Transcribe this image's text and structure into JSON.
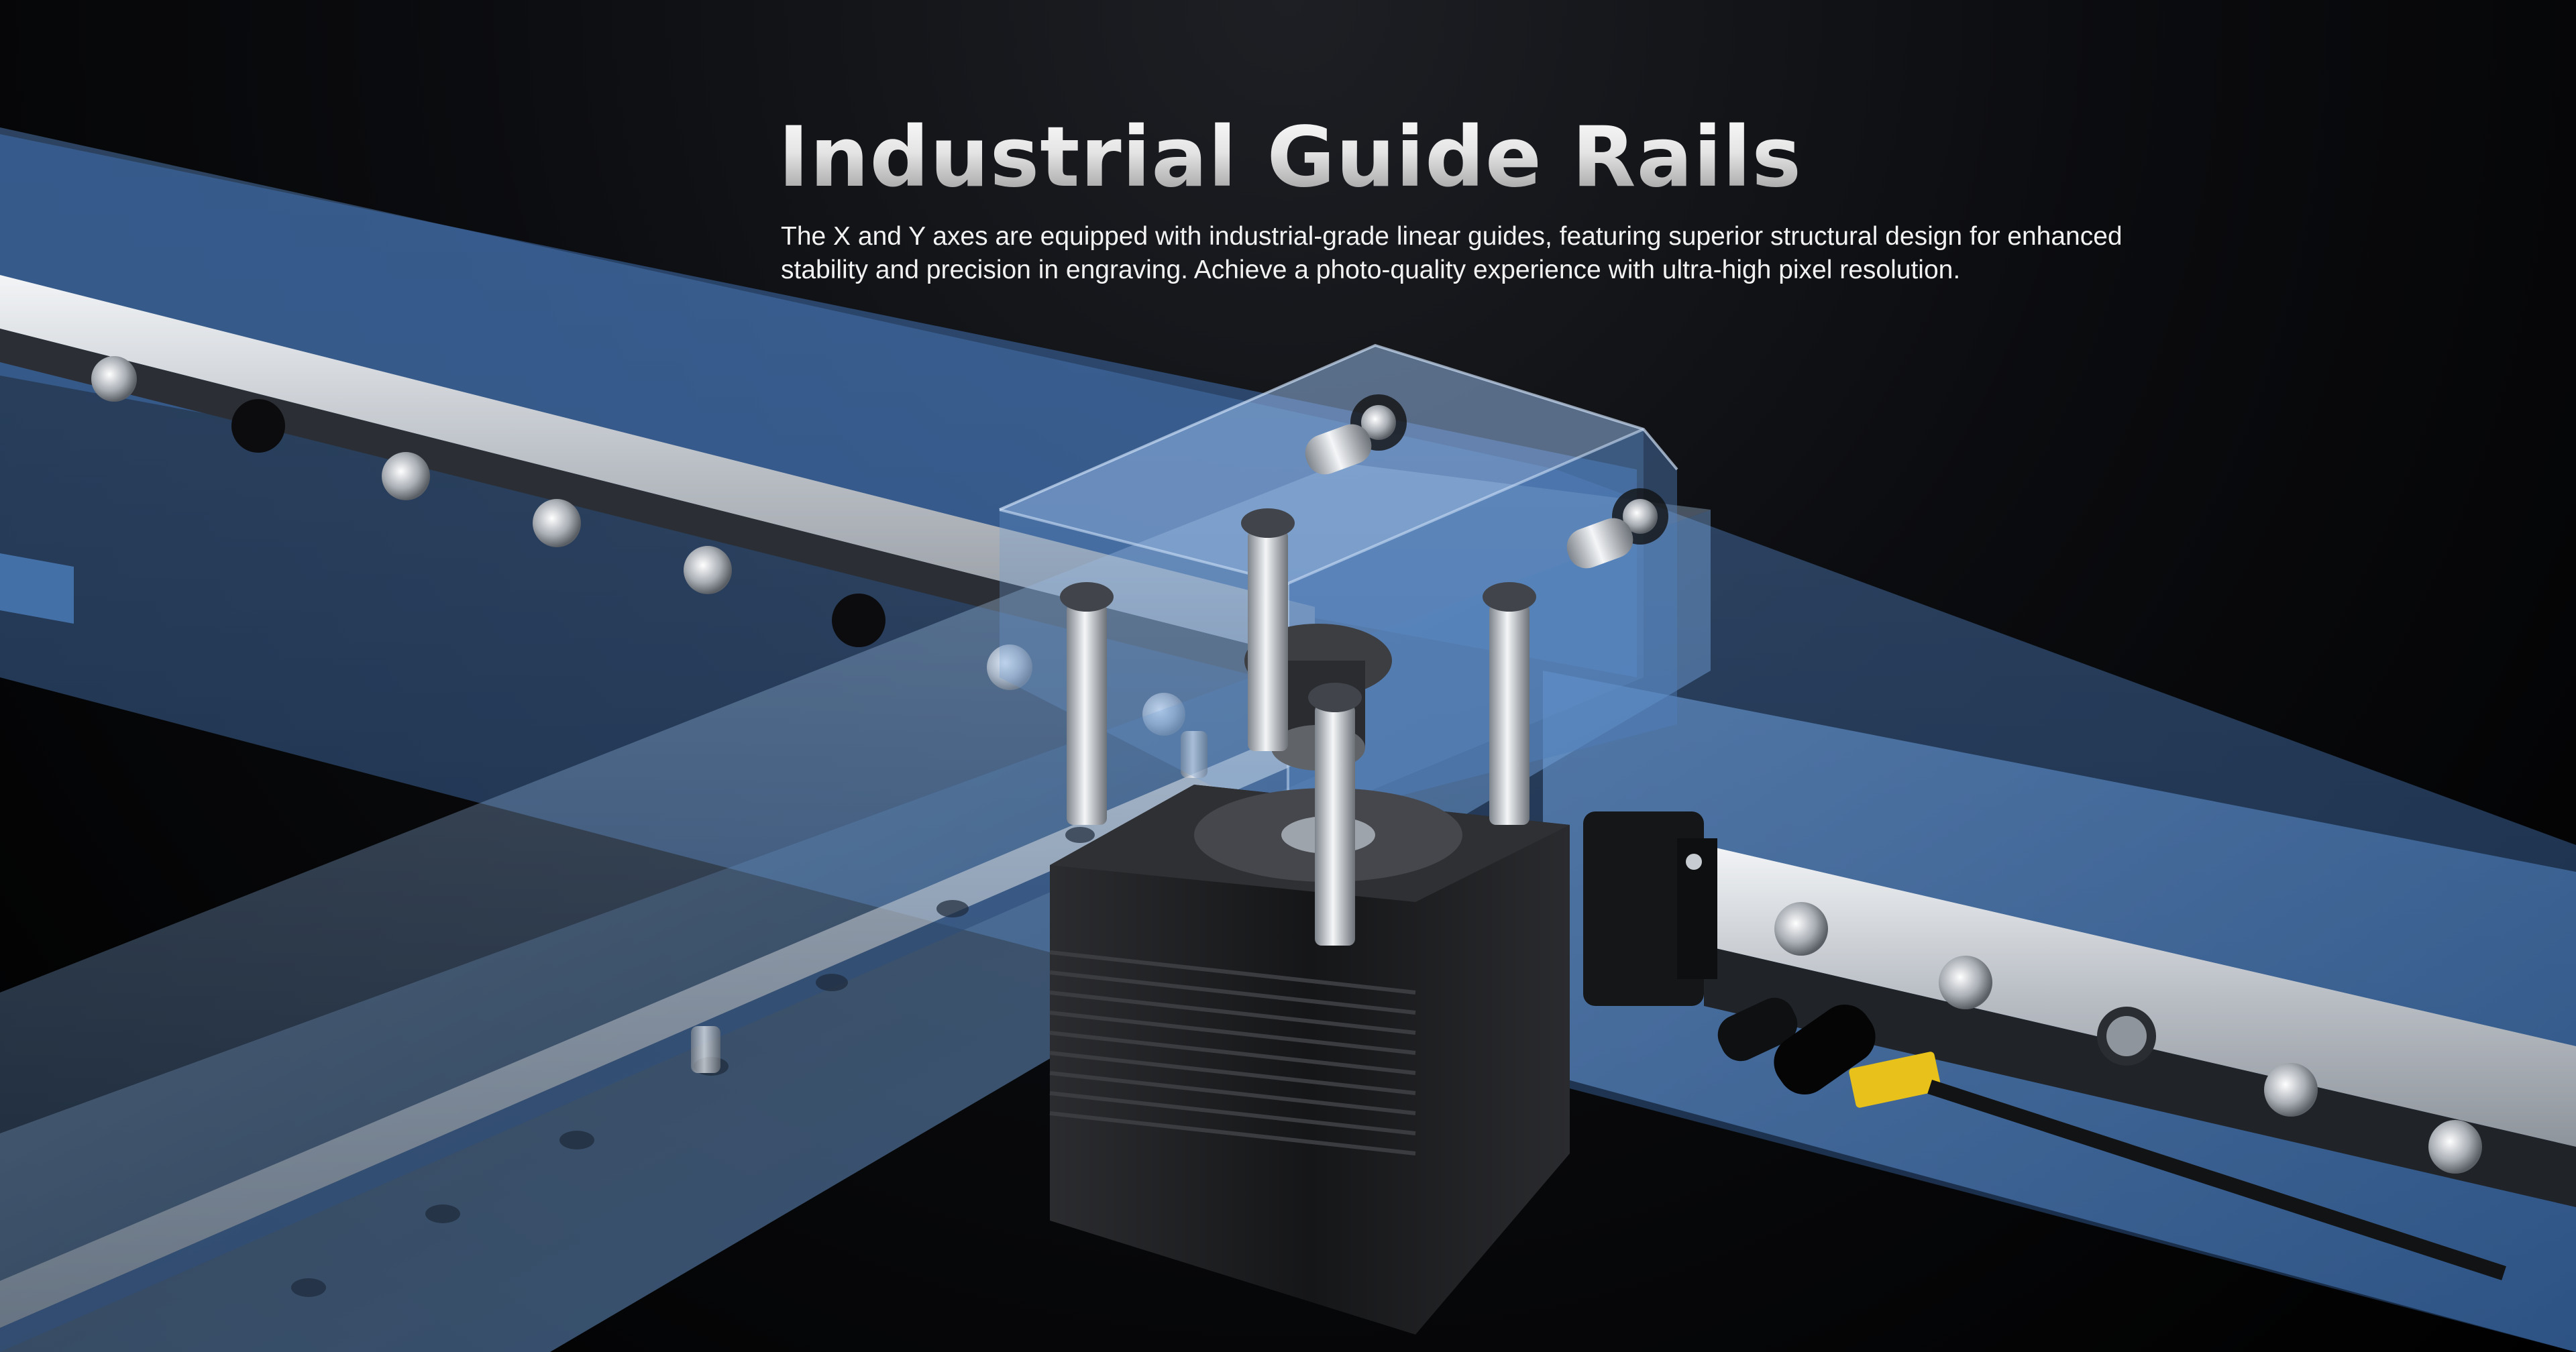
{
  "headline": "Industrial Guide Rails",
  "description": {
    "line1": "The X and Y axes are equipped with industrial-grade linear guides, featuring superior structural design for enhanced",
    "line2": "stability and precision in engraving. Achieve a photo-quality experience with ultra-high pixel resolution."
  },
  "colors": {
    "background": "#000000",
    "rail_blue": "#4a7fc0",
    "rail_metal": "#c9ced4",
    "motor_black": "#1a1b1d",
    "connector_yellow": "#e8c21a"
  }
}
